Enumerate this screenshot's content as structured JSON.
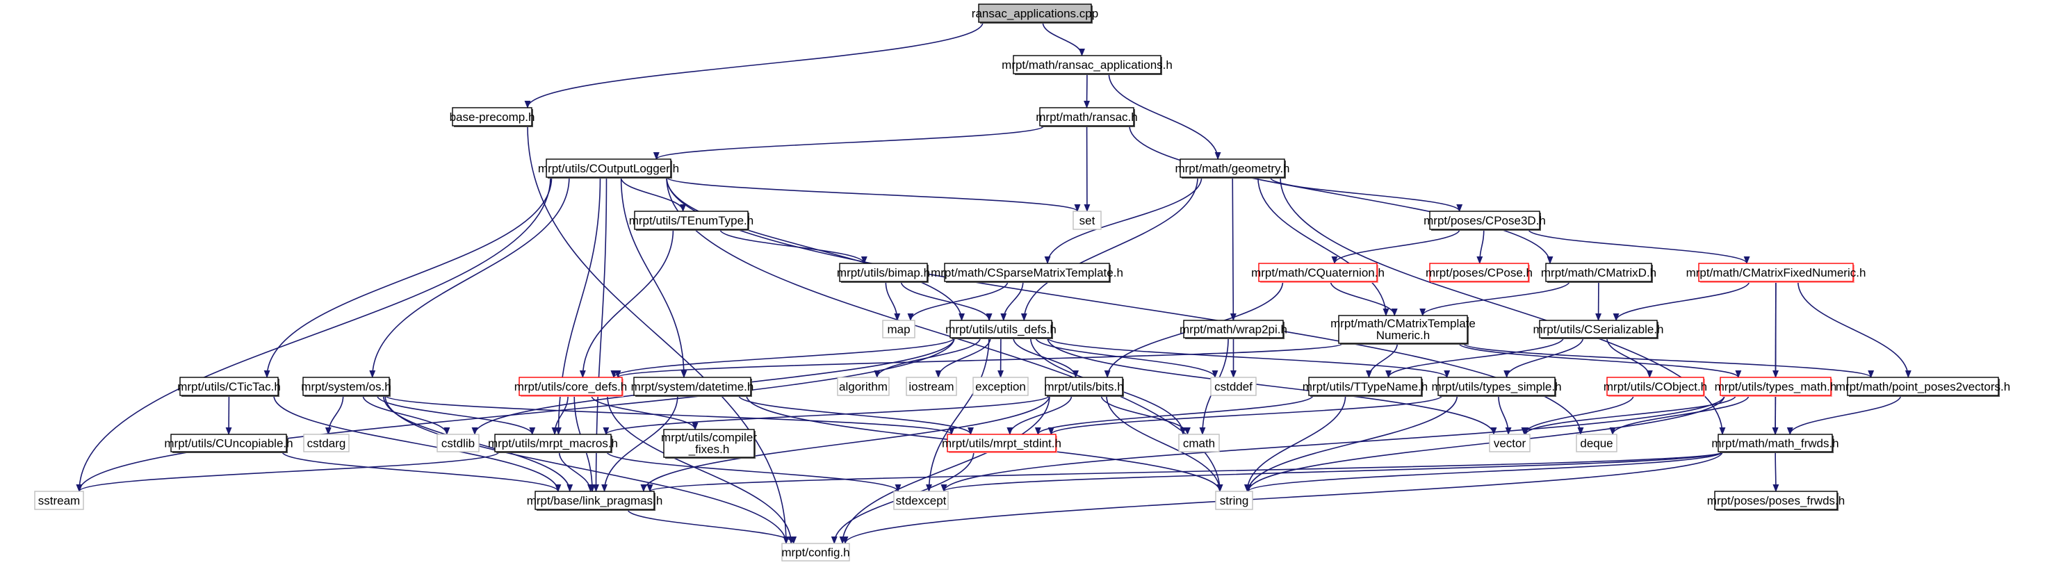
{
  "colors": {
    "edge": "#191970",
    "root_fill": "#bfbfbf",
    "system_border": "#bfbfbf",
    "incomplete_border": "#ff0000"
  },
  "nodes": {
    "cpp": {
      "lines": [
        "ransac_applications.cpp"
      ],
      "kind": "root"
    },
    "rah": {
      "lines": [
        "mrpt/math/ransac_applications.h"
      ],
      "kind": "normal"
    },
    "bp": {
      "lines": [
        "base-precomp.h"
      ],
      "kind": "normal"
    },
    "ransac": {
      "lines": [
        "mrpt/math/ransac.h"
      ],
      "kind": "normal"
    },
    "col": {
      "lines": [
        "mrpt/utils/COutputLogger.h"
      ],
      "kind": "normal"
    },
    "geo": {
      "lines": [
        "mrpt/math/geometry.h"
      ],
      "kind": "normal"
    },
    "tenum": {
      "lines": [
        "mrpt/utils/TEnumType.h"
      ],
      "kind": "normal"
    },
    "set": {
      "lines": [
        "set"
      ],
      "kind": "gray"
    },
    "cpose3d": {
      "lines": [
        "mrpt/poses/CPose3D.h"
      ],
      "kind": "normal"
    },
    "bimap": {
      "lines": [
        "mrpt/utils/bimap.h"
      ],
      "kind": "normal"
    },
    "csparse": {
      "lines": [
        "mrpt/math/CSparseMatrixTemplate.h"
      ],
      "kind": "normal"
    },
    "cquat": {
      "lines": [
        "mrpt/math/CQuaternion.h"
      ],
      "kind": "red"
    },
    "cpose": {
      "lines": [
        "mrpt/poses/CPose.h"
      ],
      "kind": "red"
    },
    "cmatd": {
      "lines": [
        "mrpt/math/CMatrixD.h"
      ],
      "kind": "normal"
    },
    "cmfn": {
      "lines": [
        "mrpt/math/CMatrixFixedNumeric.h"
      ],
      "kind": "red"
    },
    "map": {
      "lines": [
        "map"
      ],
      "kind": "gray"
    },
    "udefs": {
      "lines": [
        "mrpt/utils/utils_defs.h"
      ],
      "kind": "normal"
    },
    "wrap": {
      "lines": [
        "mrpt/math/wrap2pi.h"
      ],
      "kind": "normal"
    },
    "cmtn": {
      "lines": [
        "mrpt/math/CMatrixTemplate",
        "Numeric.h"
      ],
      "kind": "normal"
    },
    "cser": {
      "lines": [
        "mrpt/utils/CSerializable.h"
      ],
      "kind": "normal"
    },
    "tictac": {
      "lines": [
        "mrpt/utils/CTicTac.h"
      ],
      "kind": "normal"
    },
    "os": {
      "lines": [
        "mrpt/system/os.h"
      ],
      "kind": "normal"
    },
    "core": {
      "lines": [
        "mrpt/utils/core_defs.h"
      ],
      "kind": "red"
    },
    "dt": {
      "lines": [
        "mrpt/system/datetime.h"
      ],
      "kind": "normal"
    },
    "algo": {
      "lines": [
        "algorithm"
      ],
      "kind": "gray"
    },
    "iostr": {
      "lines": [
        "iostream"
      ],
      "kind": "gray"
    },
    "exc": {
      "lines": [
        "exception"
      ],
      "kind": "gray"
    },
    "bits": {
      "lines": [
        "mrpt/utils/bits.h"
      ],
      "kind": "normal"
    },
    "cstddef": {
      "lines": [
        "cstddef"
      ],
      "kind": "gray"
    },
    "ttn": {
      "lines": [
        "mrpt/utils/TTypeName.h"
      ],
      "kind": "normal"
    },
    "tsimple": {
      "lines": [
        "mrpt/utils/types_simple.h"
      ],
      "kind": "normal"
    },
    "cobj": {
      "lines": [
        "mrpt/utils/CObject.h"
      ],
      "kind": "red"
    },
    "tmath": {
      "lines": [
        "mrpt/utils/types_math.h"
      ],
      "kind": "red"
    },
    "pp2v": {
      "lines": [
        "mrpt/math/point_poses2vectors.h"
      ],
      "kind": "normal"
    },
    "unc": {
      "lines": [
        "mrpt/utils/CUncopiable.h"
      ],
      "kind": "normal"
    },
    "cstdarg": {
      "lines": [
        "cstdarg"
      ],
      "kind": "gray"
    },
    "cstdlib": {
      "lines": [
        "cstdlib"
      ],
      "kind": "gray"
    },
    "macros": {
      "lines": [
        "mrpt/utils/mrpt_macros.h"
      ],
      "kind": "normal"
    },
    "cfix": {
      "lines": [
        "mrpt/utils/compiler",
        "_fixes.h"
      ],
      "kind": "normal"
    },
    "stdint": {
      "lines": [
        "mrpt/utils/mrpt_stdint.h"
      ],
      "kind": "red"
    },
    "cmath": {
      "lines": [
        "cmath"
      ],
      "kind": "gray"
    },
    "vector": {
      "lines": [
        "vector"
      ],
      "kind": "gray"
    },
    "deque": {
      "lines": [
        "deque"
      ],
      "kind": "gray"
    },
    "mfrwds": {
      "lines": [
        "mrpt/math/math_frwds.h"
      ],
      "kind": "normal"
    },
    "sstream": {
      "lines": [
        "sstream"
      ],
      "kind": "gray"
    },
    "lp": {
      "lines": [
        "mrpt/base/link_pragmas.h"
      ],
      "kind": "normal"
    },
    "stdexcept": {
      "lines": [
        "stdexcept"
      ],
      "kind": "gray"
    },
    "string": {
      "lines": [
        "string"
      ],
      "kind": "gray"
    },
    "pfrwds": {
      "lines": [
        "mrpt/poses/poses_frwds.h"
      ],
      "kind": "normal"
    },
    "config": {
      "lines": [
        "mrpt/config.h"
      ],
      "kind": "gray"
    }
  },
  "edges": [
    [
      "cpp",
      "bp"
    ],
    [
      "cpp",
      "rah"
    ],
    [
      "rah",
      "ransac"
    ],
    [
      "rah",
      "geo"
    ],
    [
      "bp",
      "config"
    ],
    [
      "ransac",
      "col"
    ],
    [
      "ransac",
      "set"
    ],
    [
      "ransac",
      "cmatd"
    ],
    [
      "col",
      "sstream"
    ],
    [
      "col",
      "tictac"
    ],
    [
      "col",
      "os"
    ],
    [
      "col",
      "lp"
    ],
    [
      "col",
      "macros"
    ],
    [
      "col",
      "tenum"
    ],
    [
      "col",
      "dt"
    ],
    [
      "col",
      "string"
    ],
    [
      "col",
      "set"
    ],
    [
      "col",
      "deque"
    ],
    [
      "col",
      "udefs"
    ],
    [
      "geo",
      "csparse"
    ],
    [
      "geo",
      "udefs"
    ],
    [
      "geo",
      "wrap"
    ],
    [
      "geo",
      "cmtn"
    ],
    [
      "geo",
      "cpose3d"
    ],
    [
      "geo",
      "mfrwds"
    ],
    [
      "tenum",
      "bimap"
    ],
    [
      "tenum",
      "core"
    ],
    [
      "bimap",
      "map"
    ],
    [
      "bimap",
      "udefs"
    ],
    [
      "csparse",
      "map"
    ],
    [
      "csparse",
      "udefs"
    ],
    [
      "cpose3d",
      "cquat"
    ],
    [
      "cpose3d",
      "cpose"
    ],
    [
      "cpose3d",
      "cmfn"
    ],
    [
      "cquat",
      "cmtn"
    ],
    [
      "cquat",
      "bits"
    ],
    [
      "cmatd",
      "cmtn"
    ],
    [
      "cmatd",
      "cser"
    ],
    [
      "cmfn",
      "cser"
    ],
    [
      "cmfn",
      "tmath"
    ],
    [
      "cmfn",
      "pp2v"
    ],
    [
      "cmfn",
      "mfrwds"
    ],
    [
      "udefs",
      "core"
    ],
    [
      "udefs",
      "sstream"
    ],
    [
      "udefs",
      "cstdlib"
    ],
    [
      "udefs",
      "algo"
    ],
    [
      "udefs",
      "iostr"
    ],
    [
      "udefs",
      "exc"
    ],
    [
      "udefs",
      "bits"
    ],
    [
      "udefs",
      "cstddef"
    ],
    [
      "udefs",
      "stdexcept"
    ],
    [
      "udefs",
      "cmath"
    ],
    [
      "udefs",
      "vector"
    ],
    [
      "udefs",
      "tsimple"
    ],
    [
      "wrap",
      "cstddef"
    ],
    [
      "wrap",
      "cmath"
    ],
    [
      "cmtn",
      "core"
    ],
    [
      "cmtn",
      "ttn"
    ],
    [
      "cmtn",
      "tmath"
    ],
    [
      "cmtn",
      "pp2v"
    ],
    [
      "cser",
      "ttn"
    ],
    [
      "cser",
      "tsimple"
    ],
    [
      "cser",
      "cobj"
    ],
    [
      "tictac",
      "unc"
    ],
    [
      "tictac",
      "lp"
    ],
    [
      "os",
      "cstdarg"
    ],
    [
      "os",
      "cstdlib"
    ],
    [
      "os",
      "macros"
    ],
    [
      "os",
      "lp"
    ],
    [
      "os",
      "config"
    ],
    [
      "os",
      "stdint"
    ],
    [
      "core",
      "macros"
    ],
    [
      "core",
      "lp"
    ],
    [
      "core",
      "cfix"
    ],
    [
      "core",
      "config"
    ],
    [
      "dt",
      "stdint"
    ],
    [
      "dt",
      "lp"
    ],
    [
      "dt",
      "string"
    ],
    [
      "bits",
      "stdint"
    ],
    [
      "bits",
      "cmath"
    ],
    [
      "bits",
      "string"
    ],
    [
      "bits",
      "config"
    ],
    [
      "bits",
      "lp"
    ],
    [
      "bits",
      "macros"
    ],
    [
      "ttn",
      "string"
    ],
    [
      "ttn",
      "stdint"
    ],
    [
      "tsimple",
      "vector"
    ],
    [
      "tsimple",
      "string"
    ],
    [
      "tsimple",
      "stdint"
    ],
    [
      "cobj",
      "vector"
    ],
    [
      "tmath",
      "vector"
    ],
    [
      "tmath",
      "deque"
    ],
    [
      "tmath",
      "mfrwds"
    ],
    [
      "tmath",
      "string"
    ],
    [
      "tmath",
      "stdexcept"
    ],
    [
      "pp2v",
      "mfrwds"
    ],
    [
      "unc",
      "lp"
    ],
    [
      "macros",
      "sstream"
    ],
    [
      "macros",
      "lp"
    ],
    [
      "macros",
      "stdexcept"
    ],
    [
      "stdint",
      "config"
    ],
    [
      "lp",
      "config"
    ],
    [
      "mfrwds",
      "pfrwds"
    ],
    [
      "mfrwds",
      "lp"
    ],
    [
      "mfrwds",
      "string"
    ],
    [
      "mfrwds",
      "stdexcept"
    ],
    [
      "mfrwds",
      "config"
    ]
  ]
}
